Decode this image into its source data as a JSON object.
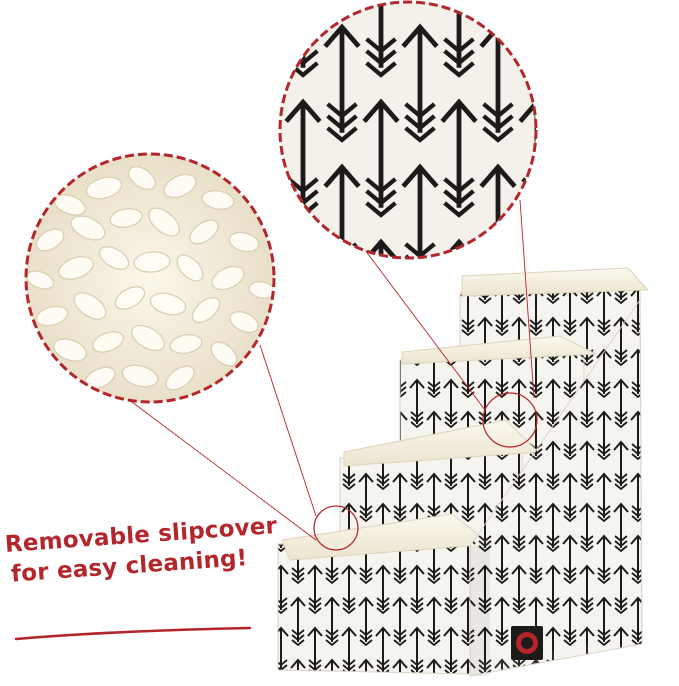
{
  "caption": {
    "line1": "Removable slipcover",
    "line2": "for easy cleaning!"
  },
  "colors": {
    "accent_red": "#b3262b",
    "fabric_white": "#f6f4ee",
    "sherpa_cream": "#f1ead8",
    "arrow_ink": "#1d1b1a",
    "background": "#ffffff"
  },
  "image_content": {
    "subject": "four-step pet stairs with arrow-print removable slipcover and sherpa tread tops",
    "insets": [
      "sherpa-texture-closeup",
      "arrow-print-closeup"
    ]
  }
}
